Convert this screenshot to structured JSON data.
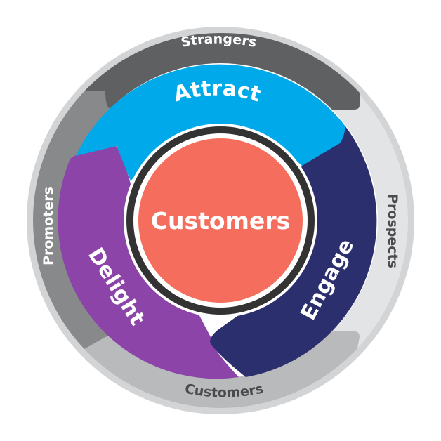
{
  "outer_ring": [
    {
      "id": "strangers",
      "label": "Strangers",
      "color": "#5f6062",
      "text_color": "#ffffff"
    },
    {
      "id": "prospects",
      "label": "Prospects",
      "color": "#e3e4e5",
      "text_color": "#4a4b4d"
    },
    {
      "id": "customers",
      "label": "Customers",
      "color": "#b9babc",
      "text_color": "#4a4b4d"
    },
    {
      "id": "promoters",
      "label": "Promoters",
      "color": "#88898b",
      "text_color": "#ffffff"
    }
  ],
  "stages": [
    {
      "id": "attract",
      "label": "Attract",
      "color": "#00a9e9"
    },
    {
      "id": "engage",
      "label": "Engage",
      "color": "#2c2f6e"
    },
    {
      "id": "delight",
      "label": "Delight",
      "color": "#8c44a9"
    }
  ],
  "center": {
    "label": "Customers",
    "color": "#f56e5d",
    "ring_color": "#333333"
  }
}
